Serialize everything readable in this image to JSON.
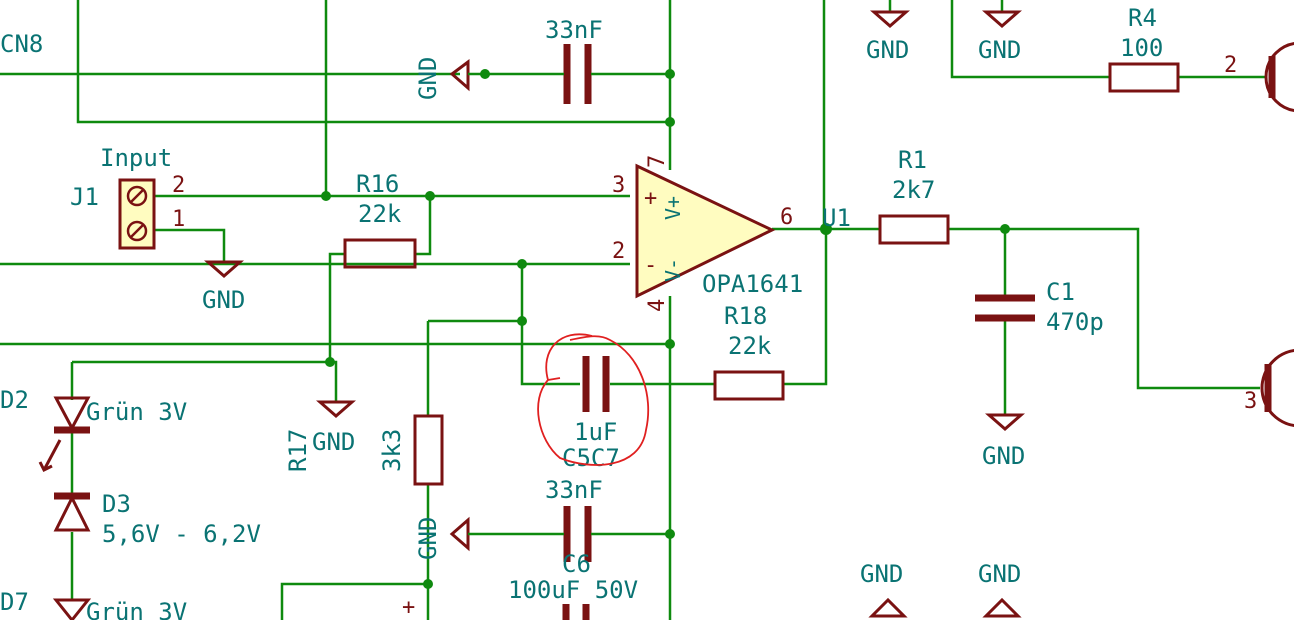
{
  "labels": {
    "cn8": "CN8",
    "c4_value": "33nF",
    "gnd": "GND",
    "r4_ref": "R4",
    "r4_value": "100",
    "r4_pin": "2",
    "input": "Input",
    "j1": "J1",
    "j1_pin2": "2",
    "j1_pin1": "1",
    "r16_ref": "R16",
    "r16_value": "22k",
    "op_pin7": "7",
    "op_pin3": "3",
    "op_pin2": "2",
    "op_pin6": "6",
    "op_pin4": "4",
    "op_plus": "+",
    "op_minus": "-",
    "op_vplus": "V+",
    "op_vminus": "V-",
    "u1": "U1",
    "opa": "OPA1641",
    "r1_ref": "R1",
    "r1_value": "2k7",
    "c1_ref": "C1",
    "c1_value": "470p",
    "r18_ref": "R18",
    "r18_value": "22k",
    "d2": "D2",
    "d2_value": "Grün 3V",
    "d3": "D3",
    "d3_value": "5,6V - 6,2V",
    "d7": "D7",
    "d7_value": "Grün 3V",
    "r17": "R17",
    "r_3k3": "3k3",
    "c5_value": "1uF",
    "c5_ref": "C5C7",
    "c7_value": "33nF",
    "c6_ref": "C6",
    "c6_value": "100uF 50V",
    "pin3_right": "3",
    "plus_sign": "+"
  },
  "colors": {
    "wire": "#0f8a0f",
    "component": "#7a1212",
    "text": "#0a7373",
    "opamp_fill": "#fffcc0",
    "annotation": "#e02020"
  }
}
